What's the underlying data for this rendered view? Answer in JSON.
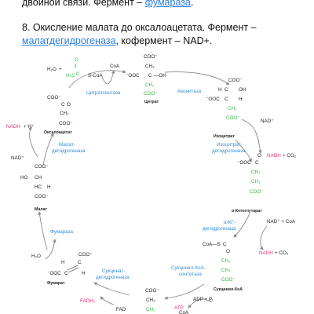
{
  "header": {
    "line1": "двойной связи. Фермент – ",
    "line1_link": "фумараза",
    "line1_end": ".",
    "line2": "8. Окисление малата до оксалоацетата. Фермент –",
    "line3_link": "малатдегидрогеназа",
    "line3_end": ", кофермент – NAD+."
  },
  "colors": {
    "enzyme": "#2f8fd8",
    "acetyl": "#37b34a",
    "cofactor": "#e0307a",
    "arrow": "#8a8a8a"
  },
  "metabolites": {
    "citrate": "Цитрат",
    "isocitrate": "Изоцитрат",
    "ketoglutarate": "α-Кетоглутарат",
    "succinyl_coa": "Сукцинил-КоА",
    "fumarate": "Фумарат",
    "malate": "Малат",
    "oxaloacetate": "Оксалоацетат"
  },
  "enzymes": {
    "citrate_synthase": "Цитратсинтаза",
    "aconitase": "Аконитаза",
    "idh_1": "Изоцитрат-",
    "idh_2": "дегидрогеназа",
    "akg_1": "α-КГ-",
    "akg_2": "дегидрогеназа",
    "sc_1": "Сукцинил-КоА-",
    "sc_2": "синтетаза",
    "sdh_1": "Сукцинат-",
    "sdh_2": "дегидрогеназа",
    "fumarase": "Фумараза",
    "mdh_1": "Малат-",
    "mdh_2": "дегидрогеназа"
  },
  "cofactors": {
    "nadh": "NADH",
    "h_plus": "+ H⁺",
    "nad": "NAD⁺",
    "co2": "+ CO₂",
    "nad_coa": "NAD⁺ + CoA",
    "h2o": "H₂O",
    "fadh2": "FADH₂",
    "fad": "FAD",
    "atp": "ATP",
    "adp_pi": "ADP + Pᵢ",
    "coa": "CoA"
  },
  "groups": {
    "coo_minus": "COO⁻",
    "minus_ooc": "⁻OOC",
    "ch2": "CH₂",
    "ch3": "H₃C",
    "c": "C",
    "o": "O",
    "ch": "CH",
    "hc": "HC",
    "c_o": "C=O",
    "h": "H",
    "oh": "OH",
    "ho": "HO",
    "s_coa": "S-CoA",
    "coa_s": "CoA—S",
    "oh_dash": "—OH"
  }
}
